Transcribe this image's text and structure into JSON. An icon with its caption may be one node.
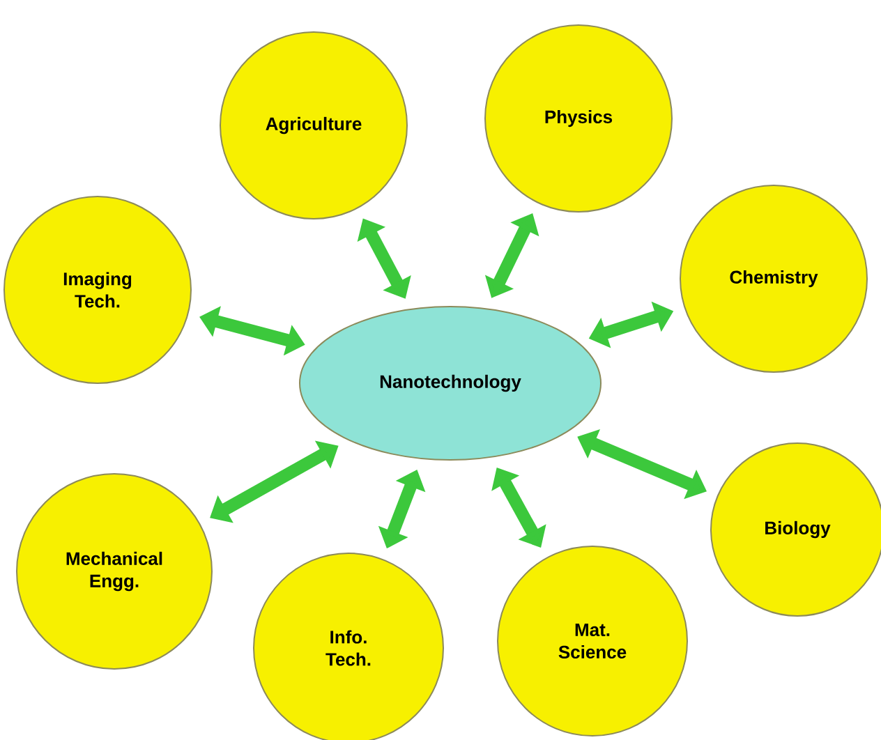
{
  "diagram": {
    "nodes": [
      {
        "text": [
          "Nanotechnology"
        ]
      },
      {
        "text": [
          "Agriculture"
        ]
      },
      {
        "text": [
          "Physics"
        ]
      },
      {
        "text": [
          "Imaging Tech."
        ]
      },
      {
        "text": [
          "Chemistry"
        ]
      },
      {
        "text": [
          "Mechanical Engg."
        ]
      },
      {
        "text": [
          "Info. Tech."
        ]
      },
      {
        "text": [
          "Mat. Science"
        ]
      },
      {
        "text": [
          "Biology"
        ]
      }
    ],
    "edges": [
      {
        "from": 0,
        "to": 1,
        "arrow": "both"
      },
      {
        "from": 0,
        "to": 2,
        "arrow": "both"
      },
      {
        "from": 0,
        "to": 3,
        "arrow": "both"
      },
      {
        "from": 0,
        "to": 4,
        "arrow": "both"
      },
      {
        "from": 0,
        "to": 5,
        "arrow": "both"
      },
      {
        "from": 0,
        "to": 6,
        "arrow": "both"
      },
      {
        "from": 0,
        "to": 7,
        "arrow": "both"
      },
      {
        "from": 0,
        "to": 8,
        "arrow": "both"
      }
    ]
  }
}
